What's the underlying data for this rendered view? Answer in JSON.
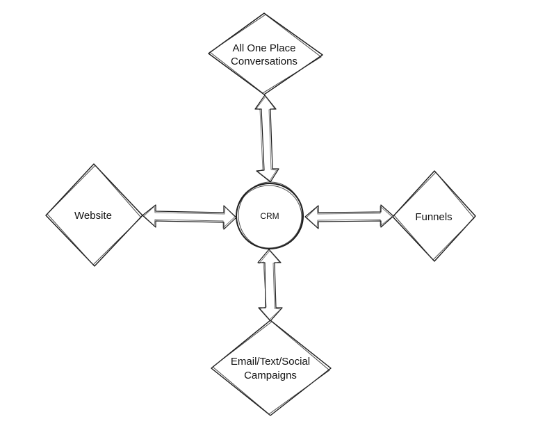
{
  "diagram": {
    "center": {
      "label": "CRM"
    },
    "nodes": {
      "top": {
        "lines": [
          "All One Place",
          "Conversations"
        ]
      },
      "left": {
        "lines": [
          "Website"
        ]
      },
      "right": {
        "lines": [
          "Funnels"
        ]
      },
      "bottom": {
        "lines": [
          "Email/Text/Social",
          "Campaigns"
        ]
      }
    },
    "edges": [
      {
        "from": "CRM",
        "to": "All One Place Conversations",
        "direction": "bidirectional"
      },
      {
        "from": "CRM",
        "to": "Website",
        "direction": "bidirectional"
      },
      {
        "from": "CRM",
        "to": "Funnels",
        "direction": "bidirectional"
      },
      {
        "from": "CRM",
        "to": "Email/Text/Social Campaigns",
        "direction": "bidirectional"
      }
    ],
    "colors": {
      "stroke": "#1a1a1a",
      "fill": "#ffffff"
    }
  }
}
